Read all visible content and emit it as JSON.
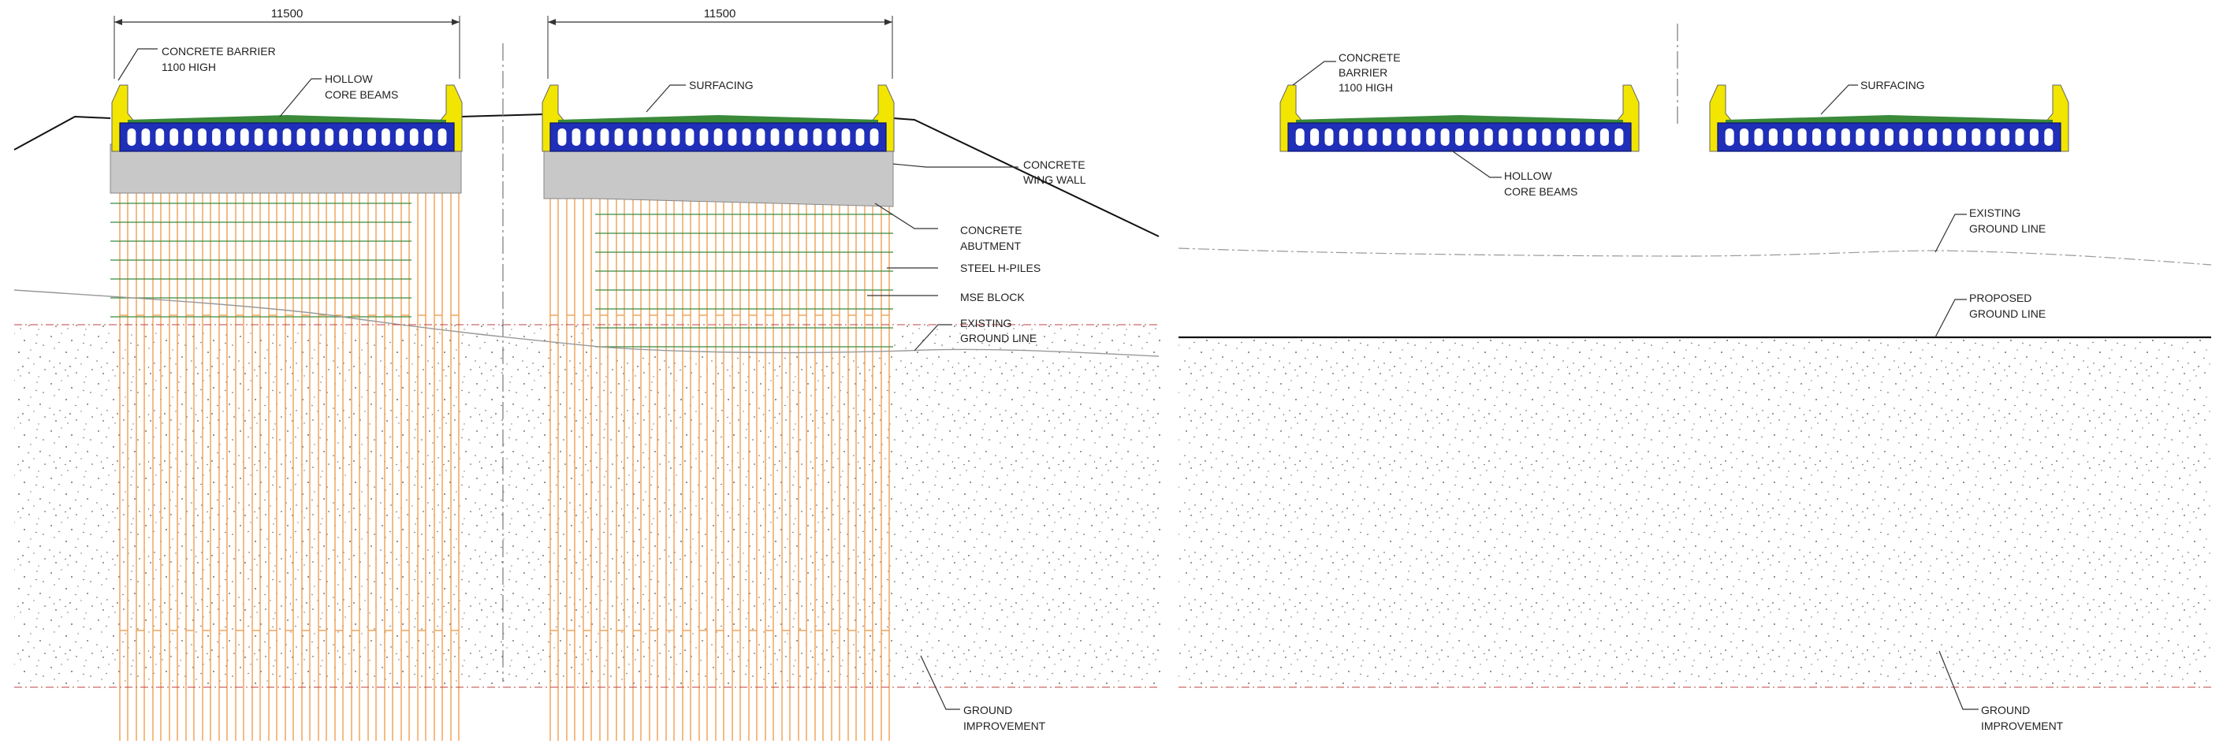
{
  "colors": {
    "beam_blue": "#1f2fb8",
    "barrier_yellow": "#f2e500",
    "abutment_gray": "#c8c8c8",
    "pile_orange": "#f0a050",
    "mse_green": "#3a8a3a",
    "ground_red": "#c04040"
  },
  "dimensions": {
    "left_span": "11500",
    "right_span": "11500"
  },
  "labels": {
    "barrier_l1": "CONCRETE BARRIER",
    "barrier_l2": "1100 HIGH",
    "hollow_l1": "HOLLOW",
    "hollow_l2": "CORE BEAMS",
    "surfacing": "SURFACING",
    "wing_l1": "CONCRETE",
    "wing_l2": "WING WALL",
    "abut_l1": "CONCRETE",
    "abut_l2": "ABUTMENT",
    "piles": "STEEL H-PILES",
    "mse": "MSE BLOCK",
    "existing_l1": "EXISTING",
    "existing_l2": "GROUND LINE",
    "ground_l1": "GROUND",
    "ground_l2": "IMPROVEMENT"
  },
  "right_labels": {
    "barrier_l1": "CONCRETE",
    "barrier_l2": "BARRIER",
    "barrier_l3": "1100 HIGH",
    "surfacing": "SURFACING",
    "hollow_l1": "HOLLOW",
    "hollow_l2": "CORE BEAMS",
    "existing_l1": "EXISTING",
    "existing_l2": "GROUND LINE",
    "proposed_l1": "PROPOSED",
    "proposed_l2": "GROUND LINE",
    "ground_l1": "GROUND",
    "ground_l2": "IMPROVEMENT"
  }
}
